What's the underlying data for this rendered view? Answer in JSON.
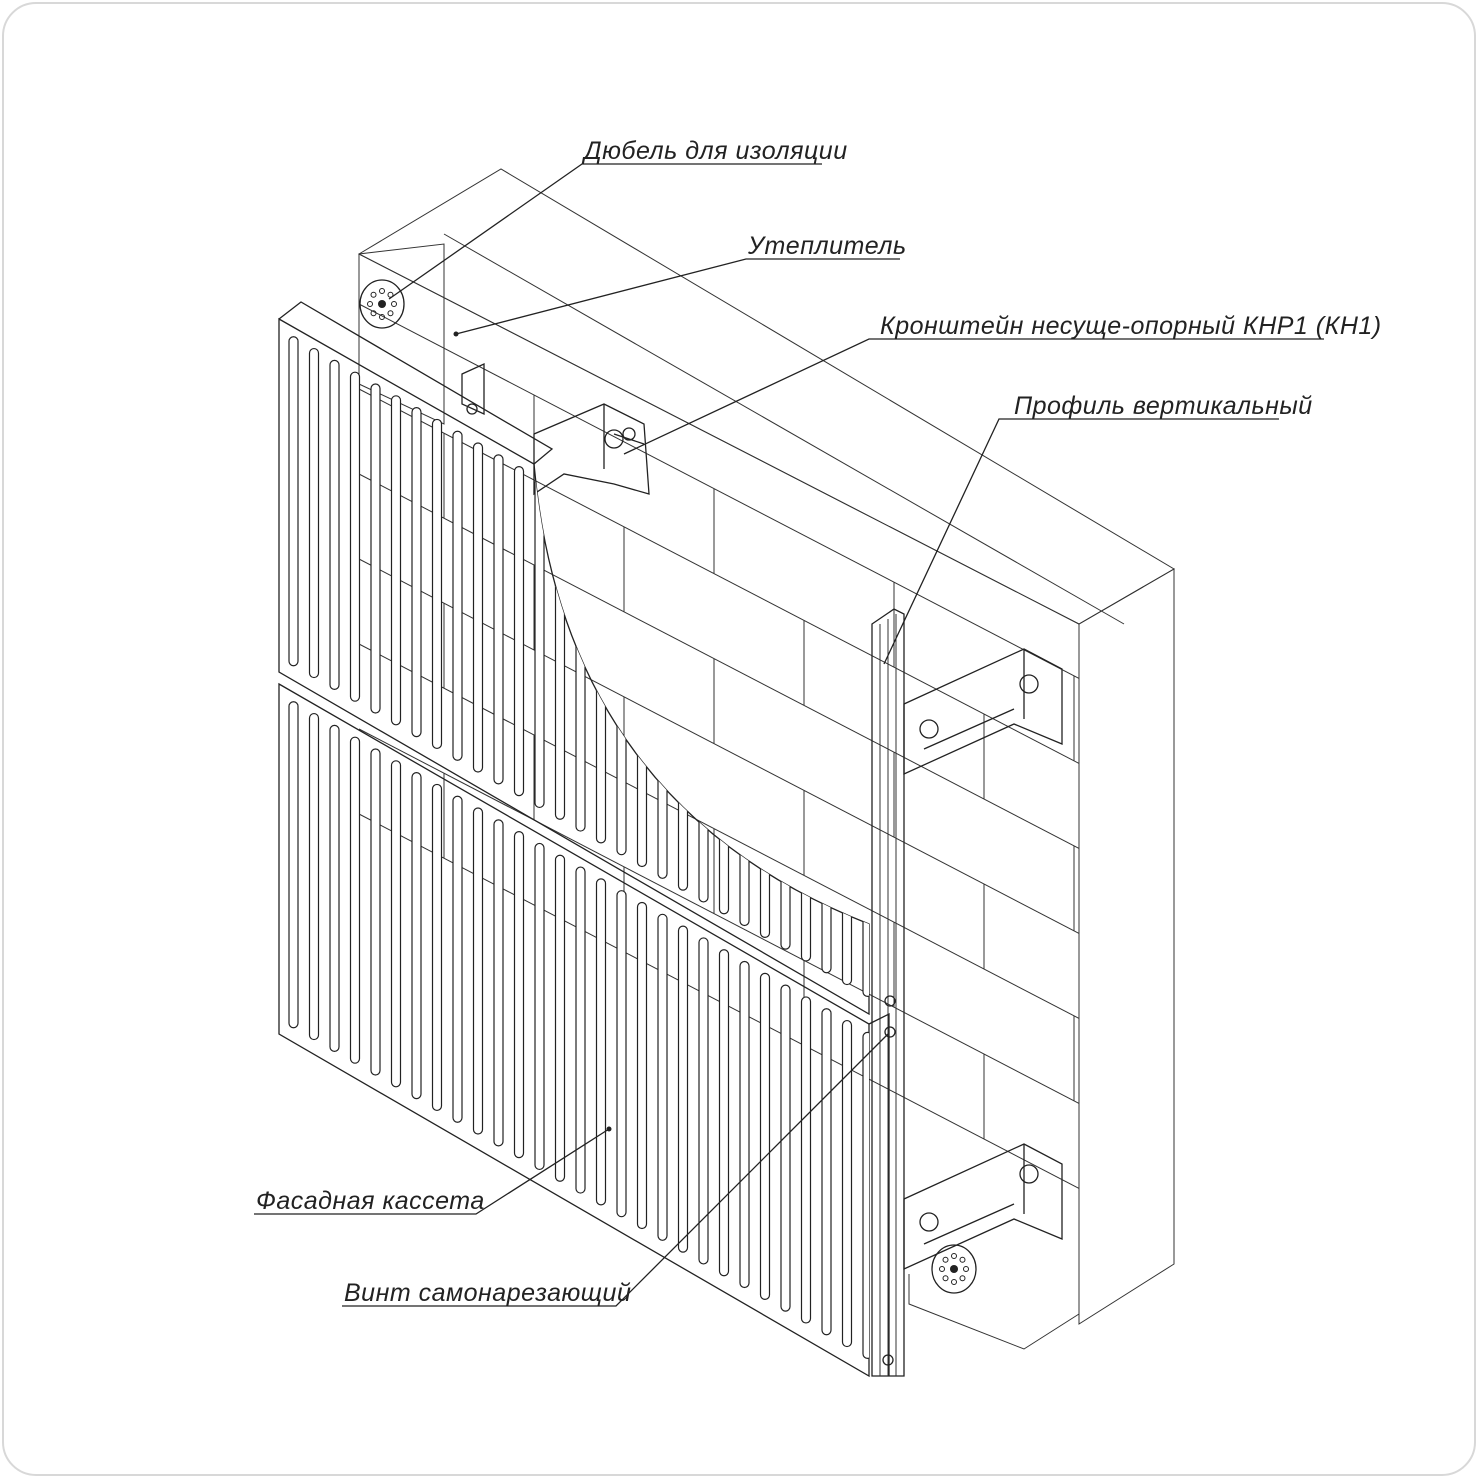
{
  "diagram": {
    "labels": {
      "dowel": "Дюбель для изоляции",
      "insulation": "Утеплитель",
      "bracket": "Кронштейн несуще-опорный КНР1 (КН1)",
      "profile": "Профиль вертикальный",
      "cassette": "Фасадная кассета",
      "screw": "Винт самонарезающий"
    },
    "colors": {
      "line": "#222222",
      "background": "#ffffff",
      "frame": "#d8d8d8"
    }
  }
}
